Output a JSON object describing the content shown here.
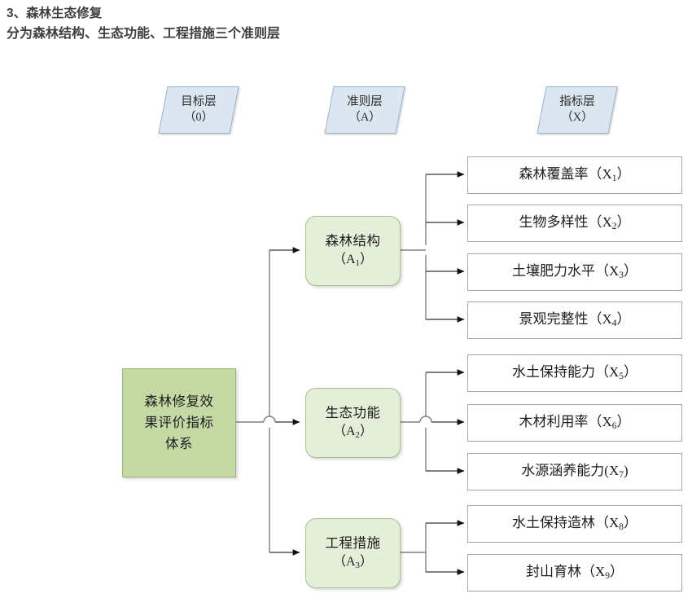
{
  "heading": {
    "line1": "3、森林生态修复",
    "line2": "分为森林结构、生态功能、工程措施三个准则层"
  },
  "colors": {
    "layer_tag_fill": "#dce6f1",
    "layer_tag_border": "#9db3c9",
    "goal_fill": "#c5d9a5",
    "goal_border": "#9bb37c",
    "criterion_fill": "#e4eed9",
    "criterion_border": "#a9bf90",
    "indicator_fill": "#ffffff",
    "indicator_border": "#a6a6a6",
    "connector": "#808080"
  },
  "layer_tags": [
    {
      "title": "目标层",
      "code": "（0）"
    },
    {
      "title": "准则层",
      "code": "（A）"
    },
    {
      "title": "指标层",
      "code": "（X）"
    }
  ],
  "goal": {
    "line1": "森林修复效",
    "line2": "果评价指标",
    "line3": "体系"
  },
  "criteria": [
    {
      "name": "森林结构",
      "code_prefix": "（A",
      "code_sub": "1",
      "code_suffix": "）"
    },
    {
      "name": "生态功能",
      "code_prefix": "（A",
      "code_sub": "2",
      "code_suffix": "）"
    },
    {
      "name": "工程措施",
      "code_prefix": "（A",
      "code_sub": "3",
      "code_suffix": "）"
    }
  ],
  "indicator_groups": [
    {
      "parent": "森林结构",
      "items": [
        {
          "name": "森林覆盖率",
          "sep": "（X",
          "sub": "1",
          "close": "）"
        },
        {
          "name": "生物多样性",
          "sep": "（X",
          "sub": "2",
          "close": "）"
        },
        {
          "name": "土壤肥力水平",
          "sep": "（X",
          "sub": "3",
          "close": "）"
        },
        {
          "name": "景观完整性",
          "sep": "（X",
          "sub": "4",
          "close": "）"
        }
      ]
    },
    {
      "parent": "生态功能",
      "items": [
        {
          "name": "水土保持能力",
          "sep": "（X",
          "sub": "5",
          "close": "）"
        },
        {
          "name": "木材利用率",
          "sep": "（X",
          "sub": "6",
          "close": "）"
        },
        {
          "name": "水源涵养能力",
          "sep": "(X",
          "sub": "7",
          "close": ")"
        }
      ]
    },
    {
      "parent": "工程措施",
      "items": [
        {
          "name": "水土保持造林",
          "sep": "（X",
          "sub": "8",
          "close": "）"
        },
        {
          "name": "封山育林",
          "sep": "（X",
          "sub": "9",
          "close": "）"
        }
      ]
    }
  ]
}
